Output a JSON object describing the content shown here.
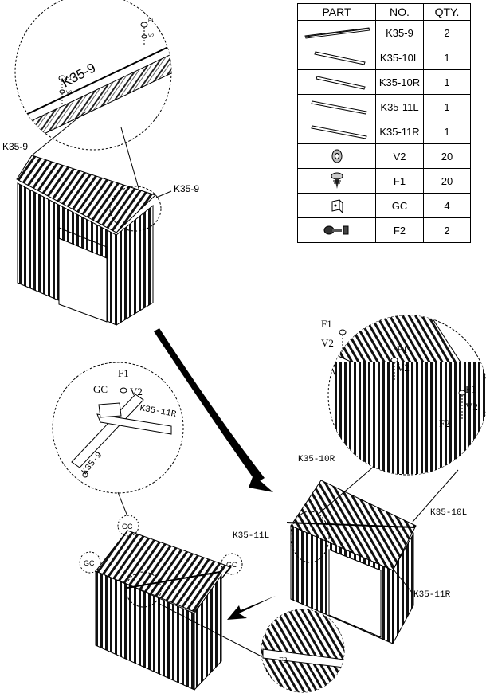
{
  "table": {
    "headers": {
      "part": "PART",
      "no": "NO.",
      "qty": "QTY."
    },
    "rows": [
      {
        "icon": "long-rail-bar",
        "no": "K35-9",
        "qty": "2"
      },
      {
        "icon": "rail-bar-left",
        "no": "K35-10L",
        "qty": "1"
      },
      {
        "icon": "rail-bar-right",
        "no": "K35-10R",
        "qty": "1"
      },
      {
        "icon": "rail-bar-left",
        "no": "K35-11L",
        "qty": "1"
      },
      {
        "icon": "rail-bar-right",
        "no": "K35-11R",
        "qty": "1"
      },
      {
        "icon": "washer-icon",
        "no": "V2",
        "qty": "20"
      },
      {
        "icon": "screw-icon",
        "no": "F1",
        "qty": "20"
      },
      {
        "icon": "bracket-icon",
        "no": "GC",
        "qty": "4"
      },
      {
        "icon": "bolt-nut-icon",
        "no": "F2",
        "qty": "2"
      }
    ]
  },
  "labels": {
    "k35_9": "K35-9",
    "k35_10l": "K35-10L",
    "k35_10r": "K35-10R",
    "k35_11l": "K35-11L",
    "k35_11r": "K35-11R",
    "f1": "F1",
    "v2": "V2",
    "f2": "F2",
    "gc": "GC",
    "k35_11r_partial": "K35-11R"
  }
}
